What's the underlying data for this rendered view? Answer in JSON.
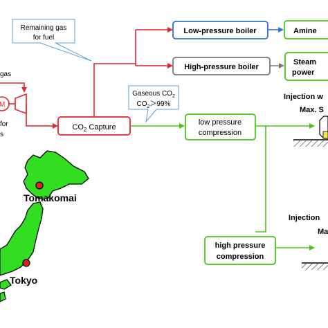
{
  "colors": {
    "red": "#e8212a",
    "blue": "#2f6fd6",
    "gray": "#777777",
    "green": "#45c614",
    "map_fill": "#33dd22",
    "dot": "#e02020",
    "note_border": "#5aa0d8"
  },
  "notes": {
    "remaining_gas_line1": "Remaining gas",
    "remaining_gas_line2": "for fuel",
    "gaseous_line1": "Gaseous CO",
    "gaseous_line1_sub": "2",
    "gaseous_line2": "CO",
    "gaseous_line2_sub": "2",
    "gaseous_line2_rest": "＞99%"
  },
  "boxes": {
    "low_pressure_boiler": "Low-pressure boiler",
    "high_pressure_boiler": "High-pressure boiler",
    "amine": "Amine",
    "steam_line1": "Steam",
    "steam_line2": "power",
    "co2_capture_prefix": "CO",
    "co2_capture_sub": "2",
    "co2_capture_suffix": " Capture",
    "low_compression_line1": "low pressure",
    "low_compression_line2": "compression",
    "high_compression_line1": "high pressure",
    "high_compression_line2": "compression"
  },
  "left_fragments": {
    "gas": "gas",
    "m_symbol": "M",
    "for": "for",
    "s": "s"
  },
  "injection": {
    "title_top": "Injection w",
    "max_top": "Max. S",
    "title_bottom": "Injection",
    "max_bottom": "Ma"
  },
  "map": {
    "city_north": "Tomakomai",
    "city_south": "Tokyo"
  }
}
